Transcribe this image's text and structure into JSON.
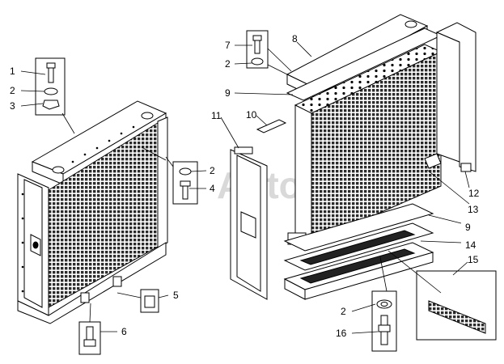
{
  "watermark": "AutoS",
  "callouts": {
    "c1": "1",
    "c2a": "2",
    "c3": "3",
    "c2b": "2",
    "c4": "4",
    "c5": "5",
    "c6": "6",
    "c7": "7",
    "c2c": "2",
    "c8": "8",
    "c9a": "9",
    "c10": "10",
    "c11": "11",
    "c12": "12",
    "c13": "13",
    "c9b": "9",
    "c14": "14",
    "c15": "15",
    "c2d": "2",
    "c16": "16"
  },
  "colors": {
    "line": "#000000",
    "grid_fill": "#3a3a3a",
    "face": "#ffffff"
  }
}
